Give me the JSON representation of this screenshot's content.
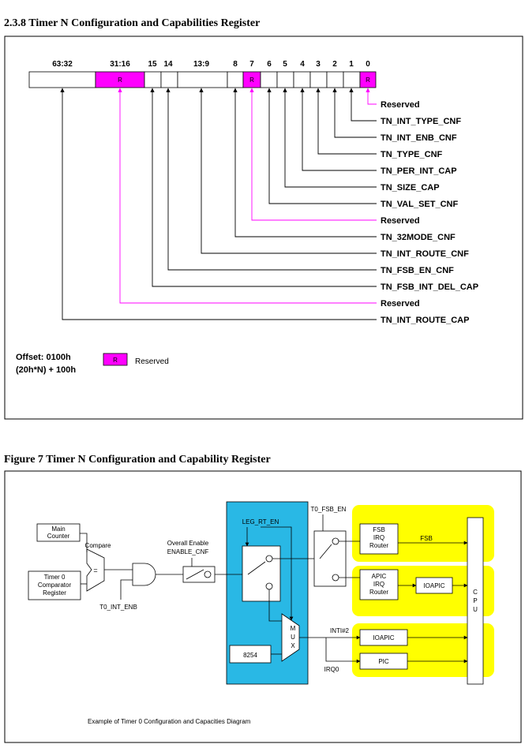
{
  "section_heading": "2.3.8  Timer N Configuration and Capabilities Register",
  "register": {
    "bit_labels": [
      "63:32",
      "31:16",
      "15",
      "14",
      "13:9",
      "8",
      "7",
      "6",
      "5",
      "4",
      "3",
      "2",
      "1",
      "0"
    ],
    "reserved_mark": "R",
    "fields": [
      "Reserved",
      "TN_INT_TYPE_CNF",
      "TN_INT_ENB_CNF",
      "TN_TYPE_CNF",
      "TN_PER_INT_CAP",
      "TN_SIZE_CAP",
      "TN_VAL_SET_CNF",
      "Reserved",
      "TN_32MODE_CNF",
      "TN_INT_ROUTE_CNF",
      "TN_FSB_EN_CNF",
      "TN_FSB_INT_DEL_CAP",
      "Reserved",
      "TN_INT_ROUTE_CAP"
    ],
    "offset_line1": "Offset: 0100h",
    "offset_line2": "(20h*N) + 100h",
    "legend_mark": "R",
    "legend_label": "Reserved",
    "reserved_color": "#ff00ff"
  },
  "figure_heading": "Figure 7 Timer N Configuration and Capability Register",
  "diagram": {
    "main_counter": [
      "Main",
      "Counter"
    ],
    "timer0_comparator": [
      "Timer 0",
      "Comparator",
      "Register"
    ],
    "compare": "Compare",
    "comparator_sign": "=",
    "t0_int_enb": "T0_INT_ENB",
    "overall_enable": [
      "Overall Enable",
      "ENABLE_CNF"
    ],
    "leg_rt_en": "LEG_RT_EN",
    "t0_fsb_en": "T0_FSB_EN",
    "fsb_router": [
      "FSB",
      "IRQ",
      "Router"
    ],
    "fsb_signal": "FSB",
    "apic_router": [
      "APIC",
      "IRQ",
      "Router"
    ],
    "ioapic_top": "IOAPIC",
    "cpu": [
      "C",
      "P",
      "U"
    ],
    "mux": [
      "M",
      "U",
      "X"
    ],
    "inti2": "INTI#2",
    "ioapic_bottom": "IOAPIC",
    "pic": "PIC",
    "irq0": "IRQ0",
    "box_8254": "8254",
    "caption": "Example of Timer 0 Configuration and Capacities Diagram",
    "cyan_color": "#29b8e5",
    "yellow_color": "#ffff00"
  }
}
